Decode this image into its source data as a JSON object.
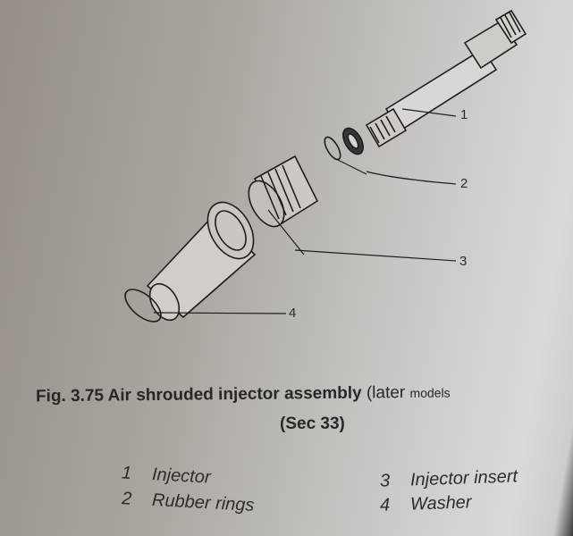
{
  "figure": {
    "callouts": [
      "1",
      "2",
      "3",
      "4"
    ],
    "caption_prefix": "Fig. 3.75 Air shrouded injector assembly",
    "caption_paren_a": "(later",
    "caption_paren_b": "models",
    "section": "(Sec 33)"
  },
  "key": [
    {
      "num": "1",
      "label": "Injector"
    },
    {
      "num": "2",
      "label": "Rubber rings"
    },
    {
      "num": "3",
      "label": "Injector insert"
    },
    {
      "num": "4",
      "label": "Washer"
    }
  ]
}
